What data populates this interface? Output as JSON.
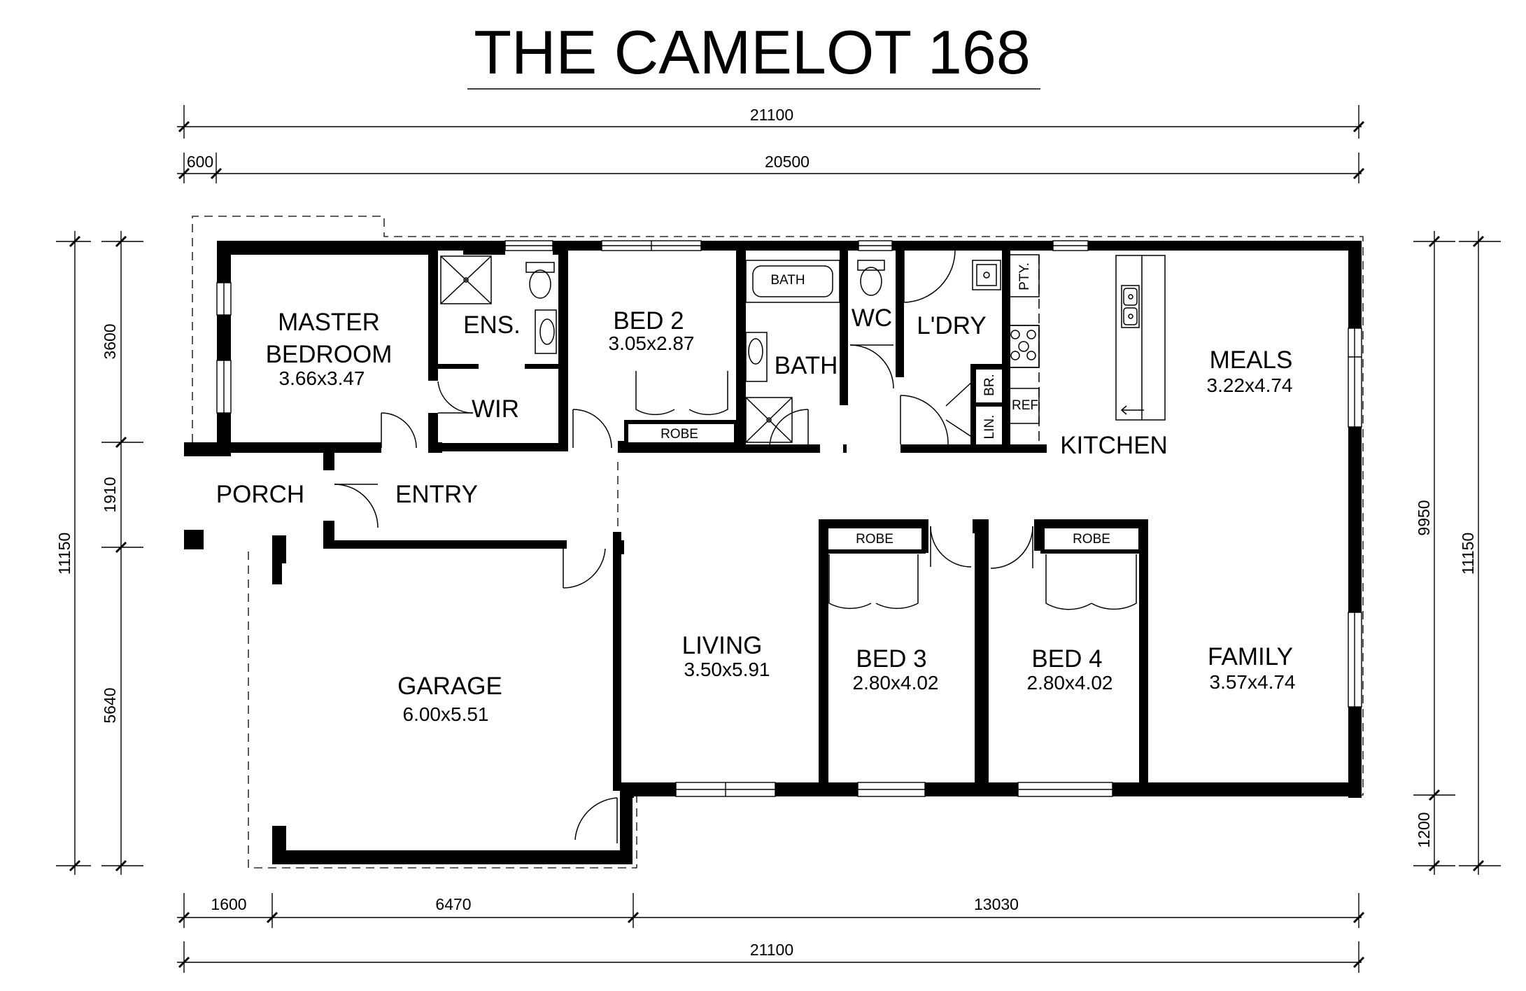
{
  "title": "THE CAMELOT 168",
  "dimensions": {
    "top_overall": "21100",
    "top_sub_left": "600",
    "top_sub_main": "20500",
    "left_upper": "3600",
    "left_middle": "1910",
    "left_lower": "5640",
    "left_overall": "11150",
    "right_main": "9950",
    "right_lower": "1200",
    "right_overall": "11150",
    "bottom_1": "1600",
    "bottom_2": "6470",
    "bottom_3": "13030",
    "bottom_overall": "21100"
  },
  "rooms": {
    "master": {
      "name_line1": "MASTER",
      "name_line2": "BEDROOM",
      "size": "3.66x3.47"
    },
    "ens": {
      "name": "ENS."
    },
    "wir": {
      "name": "WIR"
    },
    "bed2": {
      "name": "BED 2",
      "size": "3.05x2.87",
      "robe": "ROBE"
    },
    "bath": {
      "name": "BATH",
      "tub": "BATH"
    },
    "wc": {
      "name": "WC"
    },
    "ldry": {
      "name": "L'DRY"
    },
    "pty": {
      "name": "PTY."
    },
    "br": {
      "name": "BR."
    },
    "lin": {
      "name": "LIN."
    },
    "ref": {
      "name": "REF"
    },
    "kitchen": {
      "name": "KITCHEN"
    },
    "meals": {
      "name": "MEALS",
      "size": "3.22x4.74"
    },
    "porch": {
      "name": "PORCH"
    },
    "entry": {
      "name": "ENTRY"
    },
    "garage": {
      "name": "GARAGE",
      "size": "6.00x5.51"
    },
    "living": {
      "name": "LIVING",
      "size": "3.50x5.91"
    },
    "bed3": {
      "name": "BED 3",
      "size": "2.80x4.02",
      "robe": "ROBE"
    },
    "bed4": {
      "name": "BED 4",
      "size": "2.80x4.02",
      "robe": "ROBE"
    },
    "family": {
      "name": "FAMILY",
      "size": "3.57x4.74"
    }
  },
  "icons": [
    "toilet-icon",
    "shower-icon",
    "basin-icon",
    "bathtub-icon",
    "sink-icon",
    "cooktop-icon",
    "laundry-tub-icon",
    "door-swing-icon",
    "window-icon"
  ]
}
